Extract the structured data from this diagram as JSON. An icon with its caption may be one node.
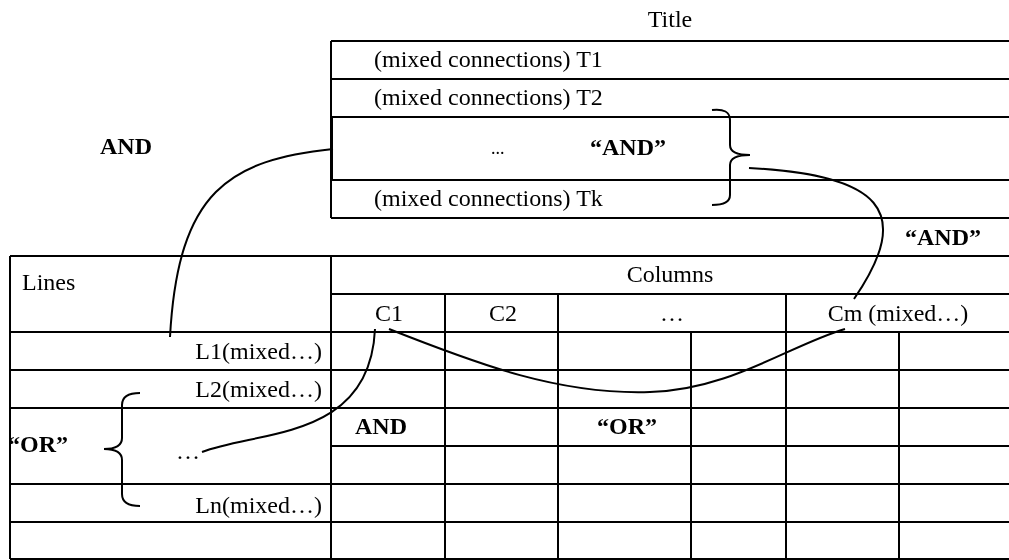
{
  "diagram": {
    "nodes": [
      {
        "text": [
          "Title"
        ]
      },
      {
        "text": [
          "(mixed connections) T1"
        ],
        "in": 0
      },
      {
        "text": [
          "(mixed connections) T2"
        ],
        "in": 0
      },
      {
        "text": [
          "..."
        ],
        "in": 0
      },
      {
        "text": [
          "(mixed connections) Tk"
        ],
        "in": 0
      },
      {
        "text": [
          "Lines"
        ]
      },
      {
        "text": [
          "Columns"
        ]
      },
      {
        "text": [
          "C1"
        ]
      },
      {
        "text": [
          "C2"
        ]
      },
      {
        "text": [
          "…"
        ]
      },
      {
        "text": [
          "Cm (mixed…)"
        ]
      },
      {
        "text": [
          "L1(mixed…)"
        ]
      },
      {
        "text": [
          "L2(mixed…)"
        ]
      },
      {
        "text": [
          "…"
        ]
      },
      {
        "text": [
          "Ln(mixed…)"
        ]
      }
    ],
    "edges": [
      {
        "from": 3,
        "to": 11,
        "arrow": "none"
      },
      {
        "from": 3,
        "to": 10,
        "arrow": "none"
      },
      {
        "from": 7,
        "to": 10,
        "arrow": "none"
      },
      {
        "from": 7,
        "to": 13,
        "arrow": "none"
      }
    ],
    "labels": [
      "AND",
      "“AND”",
      "“AND”",
      "AND",
      "“OR”",
      "“OR”"
    ]
  }
}
